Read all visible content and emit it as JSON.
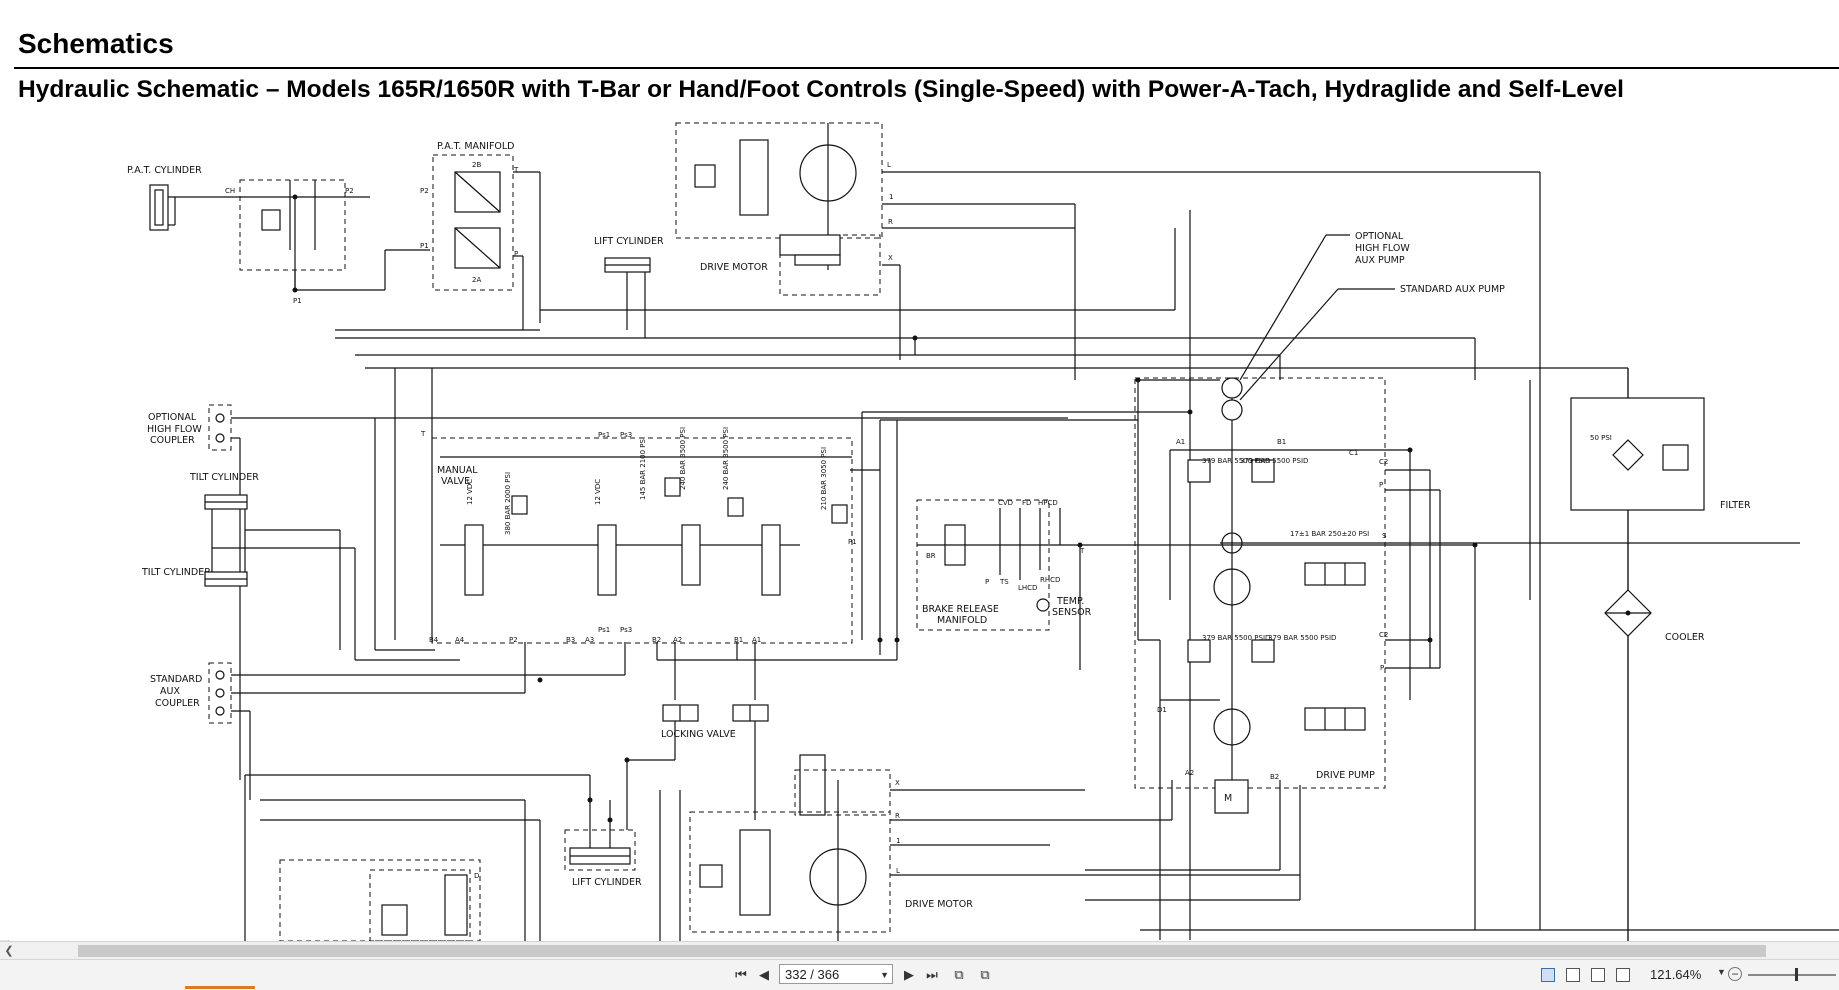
{
  "document": {
    "title": "Schematics",
    "subtitle": "Hydraulic Schematic – Models 165R/1650R with T-Bar or Hand/Foot Controls (Single-Speed) with Power-A-Tach, Hydraglide and Self-Level"
  },
  "schematic": {
    "labels": {
      "pat_cylinder": "P.A.T. CYLINDER",
      "pat_manifold": "P.A.T. MANIFOLD",
      "lift_cylinder_top": "LIFT CYLINDER",
      "drive_motor_top": "DRIVE MOTOR",
      "optional_high_flow_aux_pump_1": "OPTIONAL",
      "optional_high_flow_aux_pump_2": "HIGH FLOW",
      "optional_high_flow_aux_pump_3": "AUX PUMP",
      "standard_aux_pump": "STANDARD AUX PUMP",
      "optional_high_flow_coupler_1": "OPTIONAL",
      "optional_high_flow_coupler_2": "HIGH FLOW",
      "optional_high_flow_coupler_3": "COUPLER",
      "tilt_cylinder_1": "TILT CYLINDER",
      "tilt_cylinder_2": "TILT CYLINDER",
      "standard_aux_coupler_1": "STANDARD",
      "standard_aux_coupler_2": "AUX",
      "standard_aux_coupler_3": "COUPLER",
      "manual_valve_1": "MANUAL",
      "manual_valve_2": "VALVE",
      "brake_release_1": "BRAKE RELEASE",
      "brake_release_2": "MANIFOLD",
      "temp_sensor_1": "TEMP.",
      "temp_sensor_2": "SENSOR",
      "locking_valve": "LOCKING VALVE",
      "lift_cylinder_bottom": "LIFT CYLINDER",
      "drive_motor_bottom": "DRIVE MOTOR",
      "drive_pump": "DRIVE PUMP",
      "filter": "FILTER",
      "cooler": "COOLER",
      "filter_psi": "50 PSI",
      "motor_m": "M"
    },
    "ports": {
      "ch": "CH",
      "p2_a": "P2",
      "p2_b": "P2",
      "p1_a": "P1",
      "p1_b": "P1",
      "p_2b": "2B",
      "p_2a": "2A",
      "t_man": "T",
      "p_man": "P",
      "l_top": "L",
      "one_top": "1",
      "r_top": "R",
      "x_top": "X",
      "t_valve": "T",
      "p1_valve": "P1",
      "b4": "B4",
      "a4": "A4",
      "p2_valve": "P2",
      "b3": "B3",
      "a3": "A3",
      "b2": "B2",
      "a2_valve": "A2",
      "b1_valve": "B1",
      "a1_valve": "A1",
      "cvd": "CVD",
      "fd": "FD",
      "hpcd": "HPCD",
      "br": "BR",
      "p_brm": "P",
      "ts": "TS",
      "t_brm": "T",
      "lhcd": "LHCD",
      "rhcd": "RHCD",
      "a1_pump": "A1",
      "b1_pump": "B1",
      "c1": "C1",
      "c2_a": "C2",
      "c2_b": "C2",
      "p_pump_a": "P",
      "p_pump_b": "P",
      "s_pump": "S",
      "d1": "D1",
      "a2_pump": "A2",
      "b2_pump": "B2",
      "x_bot": "X",
      "r_bot": "R",
      "one_bot": "1",
      "l_bot": "L",
      "d_bot": "D",
      "ps_a": "Ps1",
      "ps_b": "Ps3",
      "ps_c": "Ps1",
      "ps_d": "Ps3"
    },
    "relief_values": {
      "r1": "380 BAR 2000 PSI",
      "r2": "145 BAR 2100 PSI",
      "r3": "240 BAR 3500 PSI",
      "r4": "240 BAR 3500 PSI",
      "r5": "210 BAR 3050 PSI",
      "r6": "379 BAR 5500 PSID",
      "r7": "379 BAR 5500 PSID",
      "r8": "379 BAR 5500 PSID",
      "r9": "379 BAR 5500 PSID",
      "r10": "17±1 BAR 250±20 PSI",
      "sol1": "12 VDC",
      "sol2": "12 VDC"
    }
  },
  "viewer": {
    "page_current": "332 / 366",
    "zoom": "121.64%",
    "icons": [
      "first-page-icon",
      "prev-page-icon",
      "next-page-icon",
      "last-page-icon",
      "copy-icon",
      "paste-icon"
    ]
  }
}
